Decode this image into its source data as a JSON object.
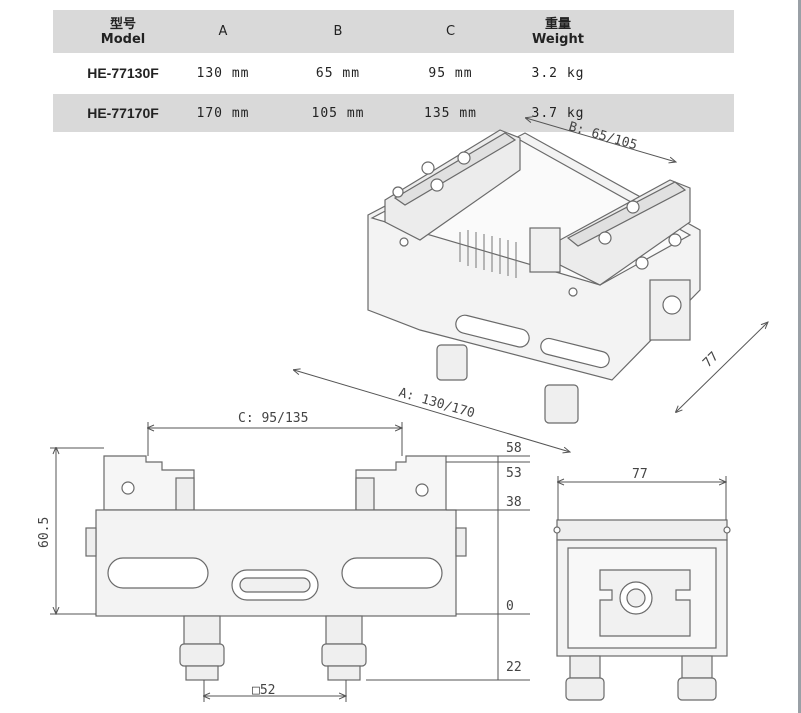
{
  "table": {
    "headers": {
      "model_cn": "型号",
      "model_en": "Model",
      "a": "A",
      "b": "B",
      "c": "C",
      "weight_cn": "重量",
      "weight_en": "Weight"
    },
    "rows": [
      {
        "model": "HE-77130F",
        "a": "130 mm",
        "b": "65 mm",
        "c": "95 mm",
        "weight": "3.2 kg"
      },
      {
        "model": "HE-77170F",
        "a": "170 mm",
        "b": "105 mm",
        "c": "135 mm",
        "weight": "3.7 kg"
      }
    ]
  },
  "dims": {
    "b_label": "B: 65/105",
    "a_label": "A: 130/170",
    "depth_label": "77",
    "c_label": "C: 95/135",
    "height_label": "60.5",
    "h58": "58",
    "h53": "53",
    "h38": "38",
    "h0": "0",
    "h22": "22",
    "square_label": "□52",
    "side_width": "77"
  },
  "colors": {
    "header_bg": "#d9d9d9",
    "line": "#555555"
  }
}
